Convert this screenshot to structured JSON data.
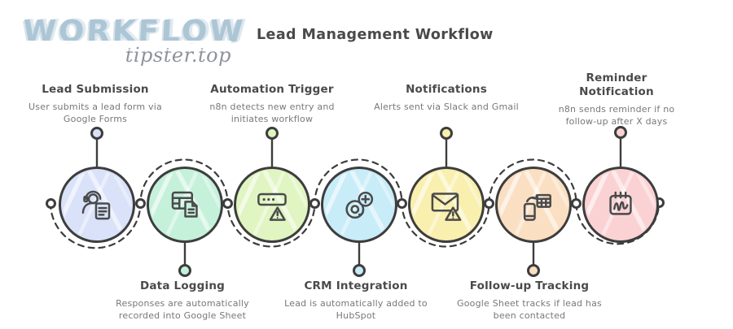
{
  "logo": {
    "brand": "WORKFLOW",
    "domain": "tipster.top"
  },
  "title": "Lead Management Workflow",
  "colors": {
    "outline": "#3d3d3d",
    "icon_stroke": "#4a4a4b",
    "title_text": "#4a4a4b",
    "desc_text": "#77787a",
    "brand_blue": "#adc6d5",
    "domain_gray": "#8e929a"
  },
  "nodes": [
    {
      "title": "Lead Submission",
      "description": "User submits a lead form via Google Forms",
      "label_position": "top",
      "color": "#d9e2f8",
      "icon": "user-form-icon"
    },
    {
      "title": "Data Logging",
      "description": "Responses are automatically recorded into Google Sheet",
      "label_position": "bottom",
      "color": "#c5f1db",
      "icon": "spreadsheet-doc-icon"
    },
    {
      "title": "Automation Trigger",
      "description": "n8n detects new entry and initiates workflow",
      "label_position": "top",
      "color": "#e0f5c1",
      "icon": "console-alert-icon"
    },
    {
      "title": "CRM Integration",
      "description": "Lead is automatically added to HubSpot",
      "label_position": "bottom",
      "color": "#c8ecf8",
      "icon": "mention-add-icon"
    },
    {
      "title": "Notifications",
      "description": "Alerts sent via Slack and Gmail",
      "label_position": "top",
      "color": "#f9efae",
      "icon": "mail-alert-icon"
    },
    {
      "title": "Follow-up Tracking",
      "description": "Google Sheet tracks if lead has been contacted",
      "label_position": "bottom",
      "color": "#fbdfc2",
      "icon": "phone-sync-sheet-icon"
    },
    {
      "title": "Reminder Notification",
      "description": "n8n sends reminder if no follow-up after X days",
      "label_position": "top",
      "color": "#fbd2d4",
      "icon": "calendar-scribble-icon"
    }
  ]
}
